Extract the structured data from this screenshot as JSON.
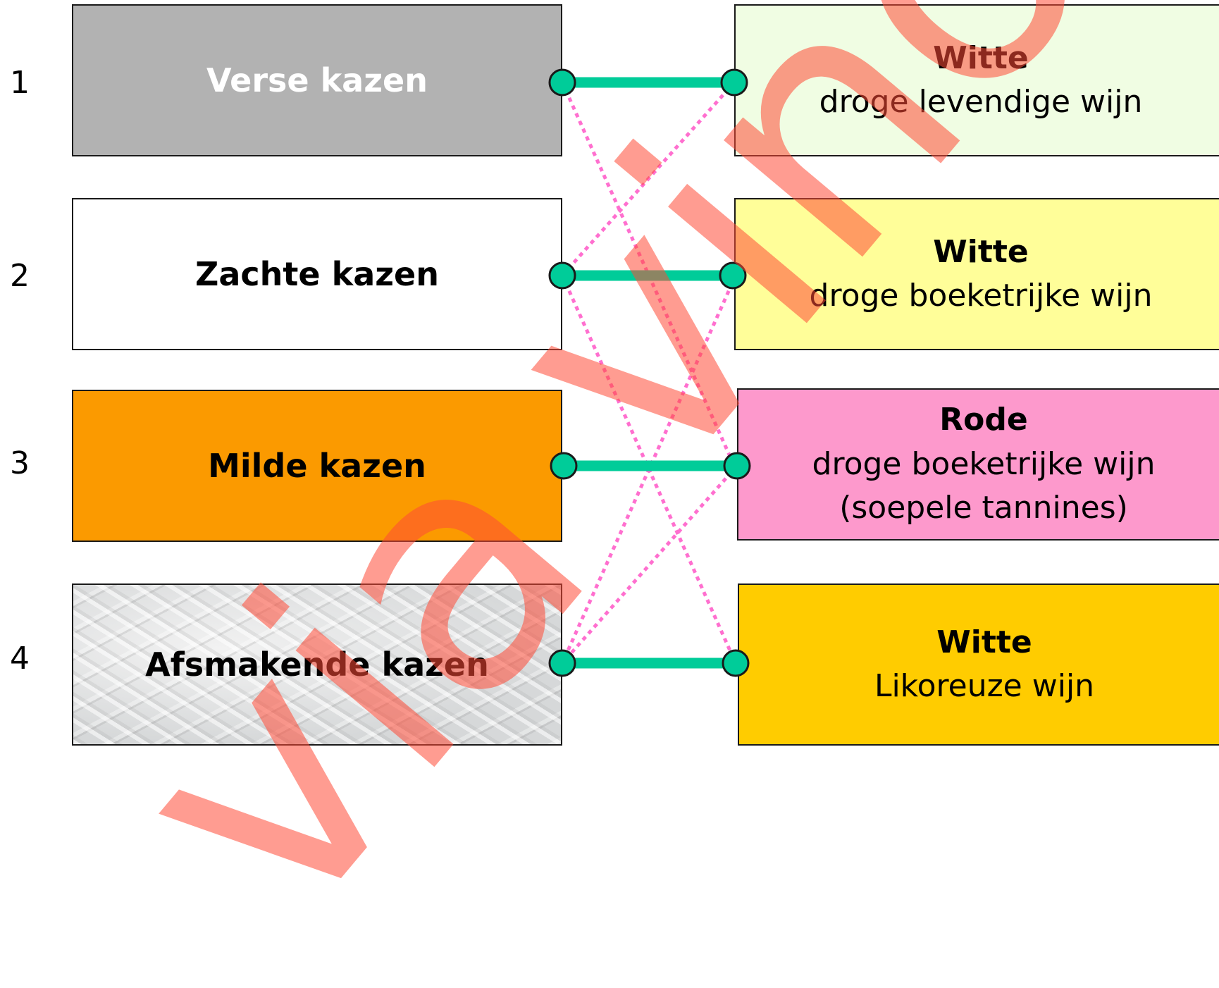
{
  "rows": [
    {
      "number": "1",
      "cheese": "Verse kazen",
      "wine_title": "Witte",
      "wine_desc": "droge levendige wijn",
      "wine_desc2": ""
    },
    {
      "number": "2",
      "cheese": "Zachte kazen",
      "wine_title": "Witte",
      "wine_desc": "droge boeketrijke wijn",
      "wine_desc2": ""
    },
    {
      "number": "3",
      "cheese": "Milde kazen",
      "wine_title": "Rode",
      "wine_desc": "droge boeketrijke wijn",
      "wine_desc2": "(soepele tannines)"
    },
    {
      "number": "4",
      "cheese": "Afsmakende kazen",
      "wine_title": "Witte",
      "wine_desc": "Likoreuze wijn",
      "wine_desc2": ""
    }
  ],
  "colors": {
    "cheese_boxes": [
      "#b2b2b2",
      "#ffffff",
      "#fb9a00",
      "marble"
    ],
    "wine_boxes": [
      "#f0fde3",
      "#fffe99",
      "#fd99cc",
      "#ffcc00"
    ],
    "connector": "#00cc99",
    "decoy_lines": "#ff6fcf"
  },
  "watermark": "via vino"
}
